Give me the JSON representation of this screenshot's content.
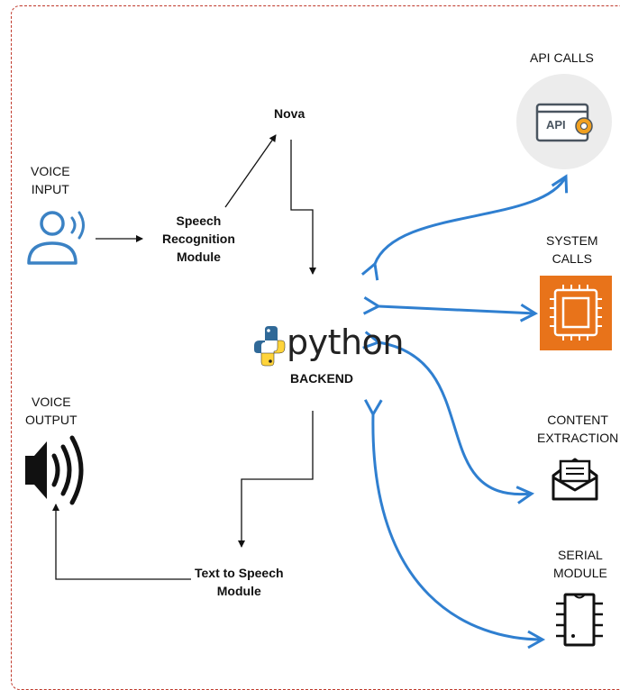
{
  "labels": {
    "voice_input": [
      "VOICE",
      "INPUT"
    ],
    "speech_module": [
      "Speech",
      "Recognition",
      "Module"
    ],
    "nova": "Nova",
    "python_word": "python",
    "backend": "BACKEND",
    "voice_output": [
      "VOICE",
      "OUTPUT"
    ],
    "tts_module": [
      "Text to Speech",
      "Module"
    ],
    "api_calls": "API CALLS",
    "api_badge": "API",
    "system_calls": [
      "SYSTEM",
      "CALLS"
    ],
    "content_extraction": [
      "CONTENT",
      "EXTRACTION"
    ],
    "serial_module": [
      "SERIAL",
      "MODULE"
    ]
  },
  "colors": {
    "frame": "#c0392b",
    "blue_arrow": "#2f7fd0",
    "voice_icon": "#3b82c4",
    "chip_orange": "#e8731a",
    "python_blue": "#306998",
    "python_yellow": "#ffd43b"
  },
  "icons": [
    "person-voice-icon",
    "speaker-icon",
    "python-logo-icon",
    "api-gear-icon",
    "cpu-chip-icon",
    "envelope-icon",
    "ic-chip-icon"
  ]
}
